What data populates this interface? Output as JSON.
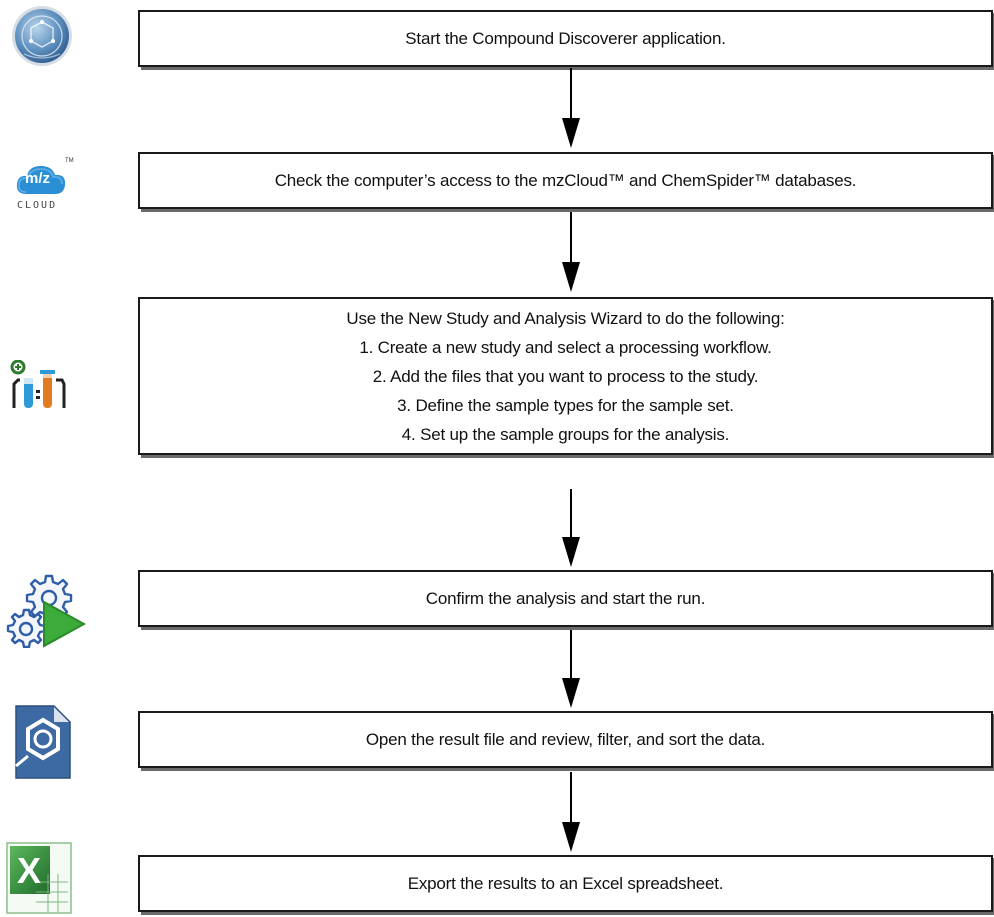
{
  "steps": [
    {
      "lines": [
        "Start the Compound Discoverer application."
      ]
    },
    {
      "lines": [
        "Check the computer’s access to the mzCloud™ and ChemSpider™ databases."
      ]
    },
    {
      "lines": [
        "Use the New Study and Analysis Wizard to do the following:",
        "1. Create a new study and select a processing workflow.",
        "2. Add the files that you want to process to the study.",
        "3. Define the sample types for the sample set.",
        "4. Set up the sample groups for the analysis."
      ]
    },
    {
      "lines": [
        "Confirm the analysis and start the run."
      ]
    },
    {
      "lines": [
        "Open the result file and review, filter, and sort the data."
      ]
    },
    {
      "lines": [
        "Export the results to an Excel spreadsheet."
      ]
    }
  ],
  "icons": {
    "mzcloud_text": "m/z",
    "mzcloud_label": "CLOUD",
    "mzcloud_tm": "TM",
    "excel_letter": "X",
    "names": [
      "compound-discoverer-logo-icon",
      "mzcloud-icon",
      "study-wizard-icon",
      "run-analysis-icon",
      "result-file-icon",
      "excel-icon"
    ]
  },
  "colors": {
    "box_border": "#1a1a1a",
    "box_shadow": "#6b6b6b",
    "arrow": "#000000",
    "mzcloud_blue": "#2b8fd6",
    "run_green": "#3cab3a",
    "gear_blue": "#2f5ea8",
    "result_blue": "#3d6aa2",
    "excel_green": "#2f8a3a"
  }
}
